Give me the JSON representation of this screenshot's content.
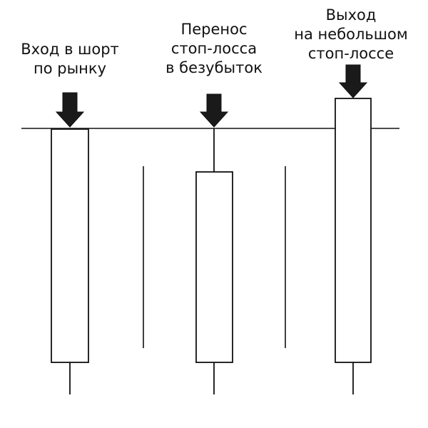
{
  "annotations": {
    "entry": {
      "line1": "Вход в шорт",
      "line2": "по рынку"
    },
    "move_stop": {
      "line1": "Перенос",
      "line2": "стоп-лосса",
      "line3": "в безубыток"
    },
    "exit": {
      "line1": "Выход",
      "line2": "на небольшом",
      "line3": "стоп-лоссе"
    }
  },
  "colors": {
    "background": "#ffffff",
    "stroke": "#111111",
    "arrow": "#1a1a1a",
    "candle_fill": "#ffffff"
  },
  "icons": [
    "arrow-down-icon"
  ]
}
